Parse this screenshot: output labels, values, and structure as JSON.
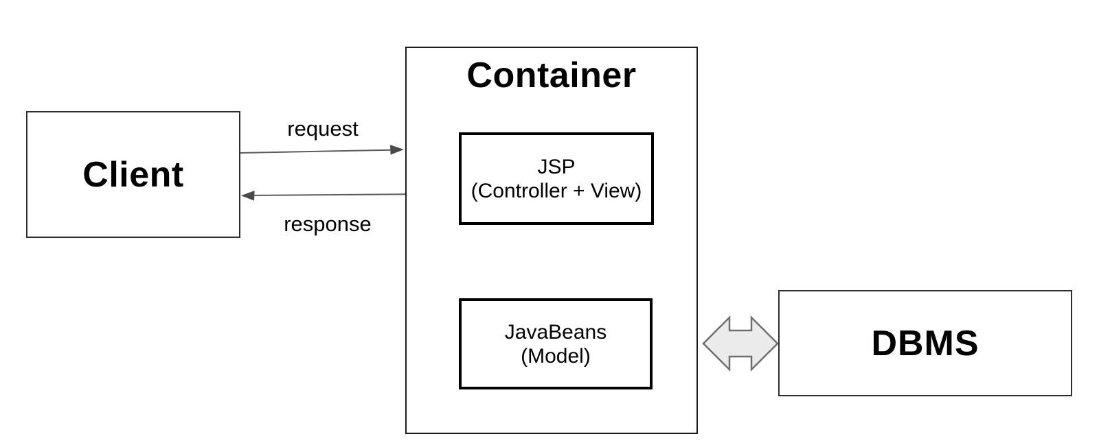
{
  "diagram": {
    "nodes": {
      "client": {
        "label": "Client"
      },
      "container": {
        "title": "Container"
      },
      "jsp": {
        "line1": "JSP",
        "line2": "(Controller + View)"
      },
      "javabeans": {
        "line1": "JavaBeans",
        "line2": "(Model)"
      },
      "dbms": {
        "label": "DBMS"
      }
    },
    "edges": {
      "request": {
        "label": "request",
        "from": "client",
        "to": "container",
        "direction": "right"
      },
      "response": {
        "label": "response",
        "from": "container",
        "to": "client",
        "direction": "left"
      },
      "container_dbms": {
        "label": "",
        "from": "container",
        "to": "dbms",
        "direction": "both"
      }
    },
    "colors": {
      "background": "#ffffff",
      "text": "#000000",
      "box_border_outer": "#2e2e2e",
      "box_border_container": "#1a1a1a",
      "box_border_inner": "#000000",
      "arrow_stroke": "#5b5b5b",
      "arrowhead_fill": "#4a4a4a",
      "double_arrow_fill": "#ebebeb",
      "double_arrow_stroke": "#6e6e6e"
    }
  }
}
